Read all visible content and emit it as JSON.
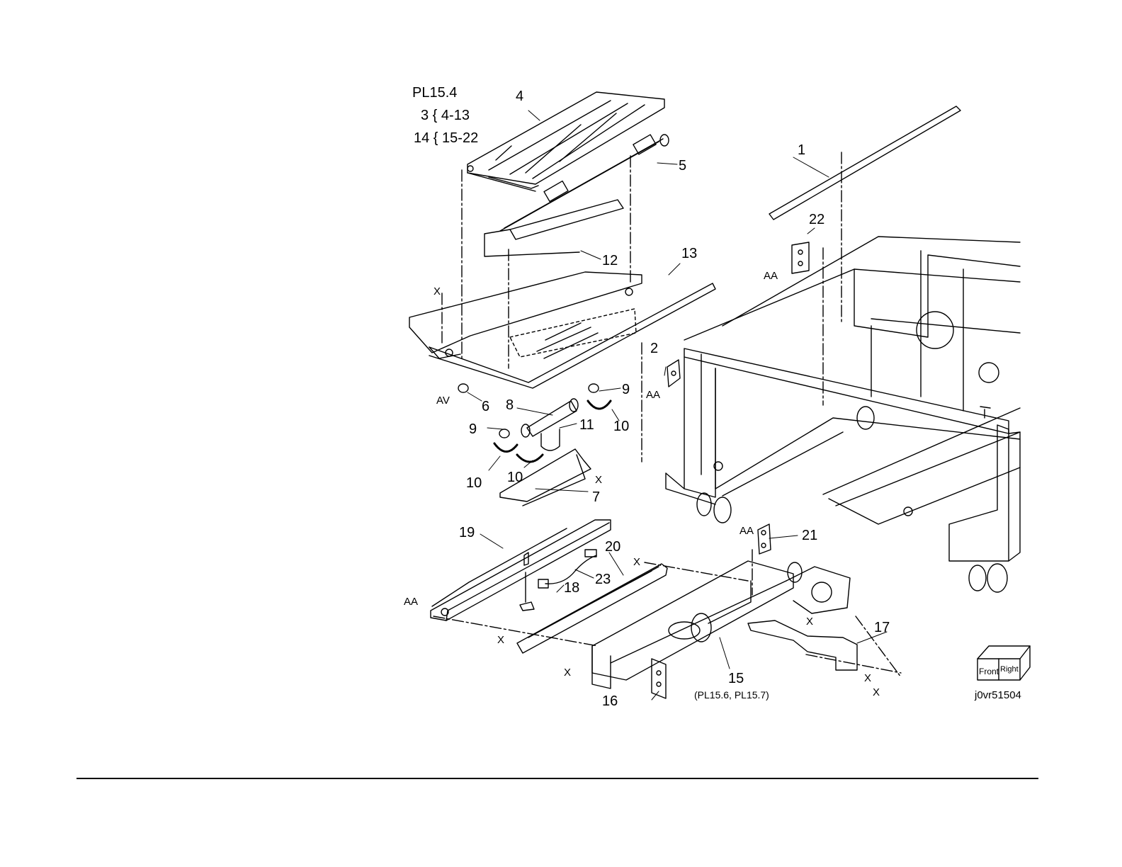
{
  "header": {
    "plate": "PL15.4",
    "group1": "3 { 4-13",
    "group2": "14 { 15-22"
  },
  "callouts": {
    "c1": "1",
    "c2": "2",
    "c4": "4",
    "c5": "5",
    "c6": "6",
    "c7": "7",
    "c8": "8",
    "c9a": "9",
    "c9b": "9",
    "c10a": "10",
    "c10b": "10",
    "c10c": "10",
    "c11": "11",
    "c12": "12",
    "c13": "13",
    "c15": "15",
    "c16": "16",
    "c17": "17",
    "c18": "18",
    "c19": "19",
    "c20": "20",
    "c21": "21",
    "c22": "22",
    "c23": "23"
  },
  "refs": {
    "aa1": "AA",
    "aa2": "AA",
    "aa3": "AA",
    "aa4": "AA",
    "av": "AV",
    "x1": "X",
    "x2": "X",
    "x3": "X",
    "x4": "X",
    "x5": "X",
    "x6": "X",
    "x7": "X",
    "x8": "X"
  },
  "note15": "(PL15.6, PL15.7)",
  "orientation": {
    "front": "Front",
    "right": "Right"
  },
  "figure_id": "j0vr51504"
}
